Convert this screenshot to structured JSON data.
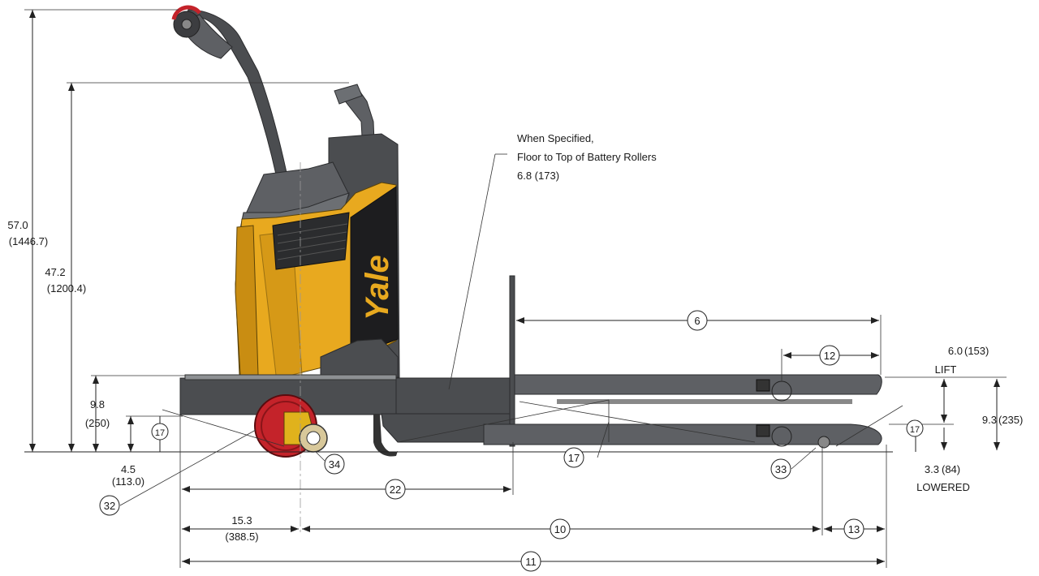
{
  "brand": {
    "logo_text": "Yale"
  },
  "note": {
    "line1": "When Specified,",
    "line2": "Floor to Top of Battery Rollers",
    "line3": "6.8 (173)"
  },
  "dimensions": {
    "overall_height": {
      "value": "57.0",
      "metric": "(1446.7)"
    },
    "handle_height": {
      "value": "47.2",
      "metric": "(1200.4)"
    },
    "platform_height": {
      "value": "9.8",
      "metric": "(250)"
    },
    "low_height": {
      "value": "4.5",
      "metric": "(113.0)"
    },
    "wheel_offset": {
      "value": "15.3",
      "metric": "(388.5)"
    },
    "fork_lift_height": {
      "value": "9.3",
      "metric": "(235)"
    },
    "lift": {
      "value": "6.0",
      "metric": "(153)",
      "label": "LIFT"
    },
    "lowered": {
      "value": "3.3",
      "metric": "(84)",
      "label": "LOWERED"
    }
  },
  "callouts": {
    "c6": "6",
    "c12": "12",
    "c17a": "17",
    "c17b": "17",
    "c17c": "17",
    "c22": "22",
    "c10": "10",
    "c11": "11",
    "c13": "13",
    "c32": "32",
    "c33": "33",
    "c34": "34"
  }
}
